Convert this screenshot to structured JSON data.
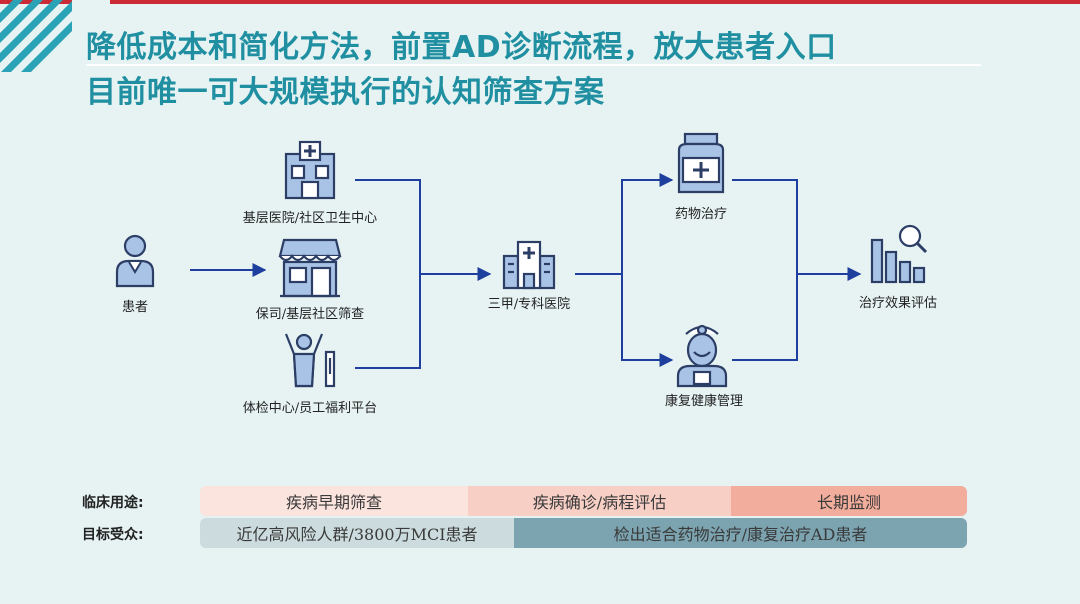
{
  "title": {
    "line1": "降低成本和简化方法，前置AD诊断流程，放大患者入口",
    "line2": "目前唯一可大规模执行的认知筛查方案"
  },
  "nodes": {
    "patient": {
      "label": "患者",
      "icon": "patient-icon"
    },
    "primary_hospital": {
      "label": "基层医院/社区卫生中心",
      "icon": "hospital-building-icon"
    },
    "insurance": {
      "label": "保司/基层社区筛查",
      "icon": "storefront-icon"
    },
    "checkup": {
      "label": "体检中心/员工福利平台",
      "icon": "cheering-person-icon"
    },
    "tertiary": {
      "label": "三甲/专科医院",
      "icon": "hospital-icon"
    },
    "drug": {
      "label": "药物治疗",
      "icon": "medicine-bottle-icon"
    },
    "rehab": {
      "label": "康复健康管理",
      "icon": "doctor-icon"
    },
    "evaluation": {
      "label": "治疗效果评估",
      "icon": "chart-search-icon"
    }
  },
  "table": {
    "row1_label": "临床用途:",
    "row2_label": "目标受众:",
    "row1": [
      {
        "text": "疾病早期筛查",
        "color": "#fbe3de"
      },
      {
        "text": "疾病确诊/病程评估",
        "color": "#f7cfc5"
      },
      {
        "text": "长期监测",
        "color": "#f2ad9c"
      }
    ],
    "row2": [
      {
        "text": "近亿高风险人群/3800万MCI患者",
        "color": "#ccdcde"
      },
      {
        "text": "检出适合药物治疗/康复治疗AD患者",
        "color": "#7ba3b0"
      }
    ]
  },
  "colors": {
    "title": "#1f8fa1",
    "accent_red": "#cc2b36",
    "arrow": "#1e3f9e",
    "icon_fill": "#a9c3e6",
    "icon_stroke": "#2c3e66",
    "background": "#e6f3f2"
  }
}
